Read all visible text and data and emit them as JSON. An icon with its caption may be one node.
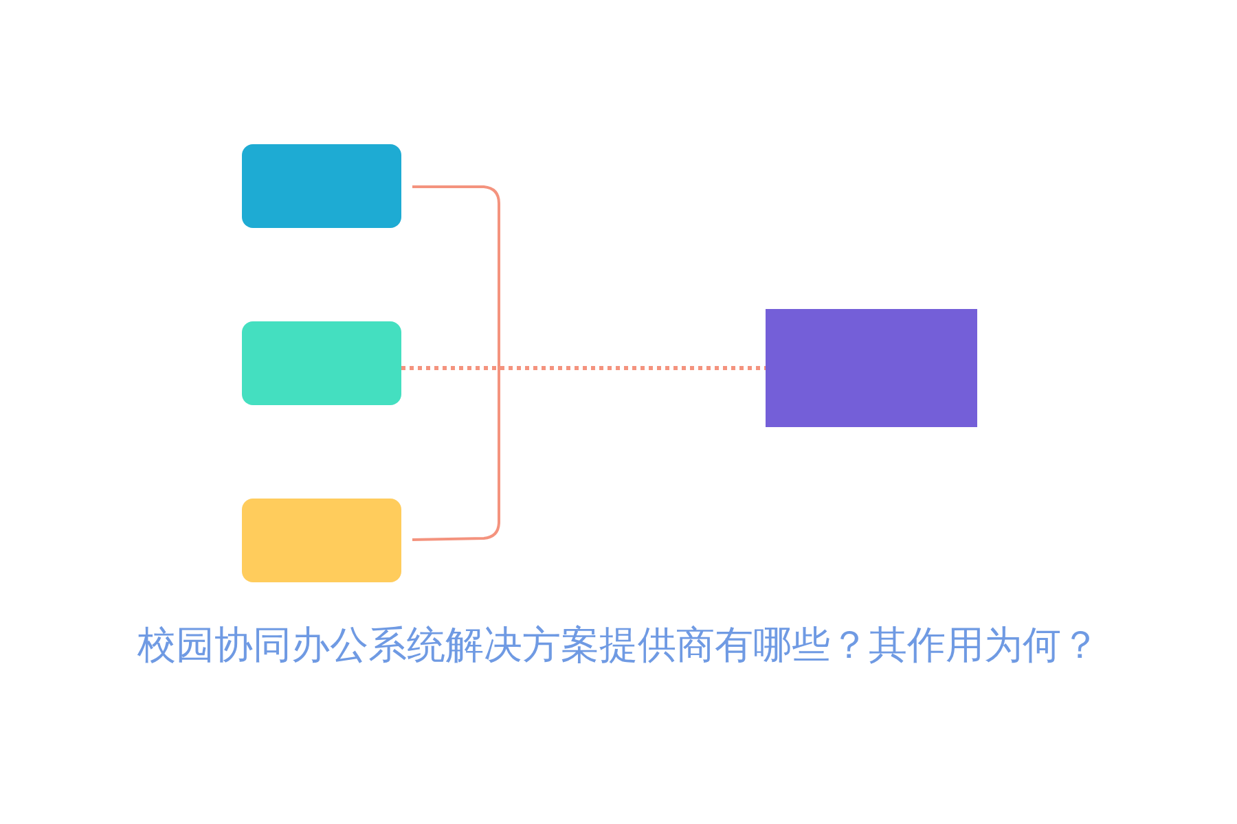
{
  "diagram": {
    "title": "校园协同办公系统解决方案提供商有哪些？其作用为何？",
    "nodes": [
      {
        "text": [],
        "shape": "box"
      },
      {
        "text": [],
        "shape": "box"
      },
      {
        "text": [],
        "shape": "box"
      },
      {
        "text": [],
        "shape": "box"
      }
    ],
    "edges": [
      {
        "from": 1,
        "to": 3,
        "arrow": "none",
        "style": "dashed"
      }
    ]
  }
}
